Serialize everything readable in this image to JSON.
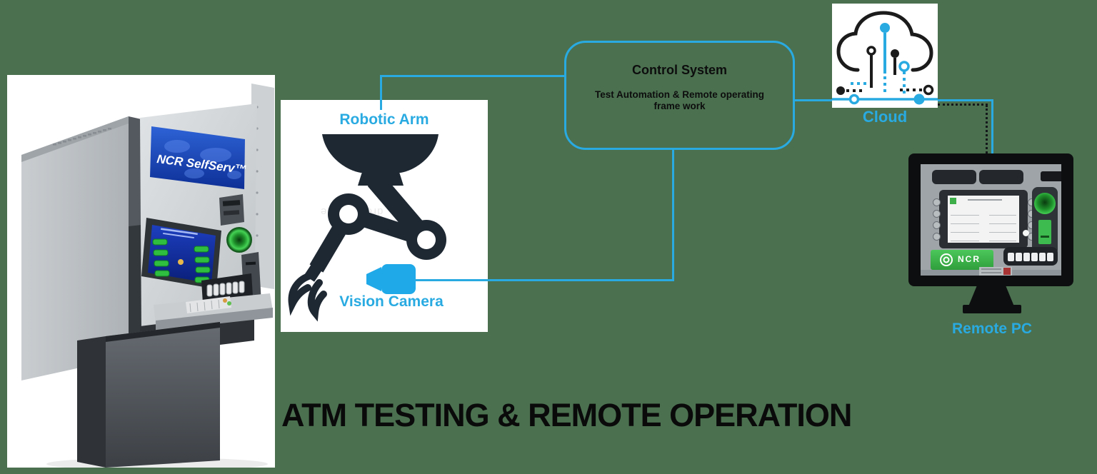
{
  "page": {
    "title": "ATM TESTING & REMOTE OPERATION"
  },
  "atm": {
    "brand": "NCR SelfServ™"
  },
  "robotic_station": {
    "arm_label": "Robotic Arm",
    "camera_label": "Vision Camera",
    "watermark": "dreamstime"
  },
  "control_system": {
    "title": "Control System",
    "subtitle_line1": "Test Automation & Remote operating",
    "subtitle_line2": "frame work"
  },
  "cloud": {
    "label": "Cloud"
  },
  "remote_pc": {
    "label": "Remote PC",
    "screen_brand": "NCR"
  },
  "icons": {
    "robotic_arm": "robotic-arm-icon",
    "vision_camera": "video-camera-icon",
    "cloud": "cloud-circuit-icon",
    "remote_pc": "desktop-monitor-icon"
  },
  "colors": {
    "background_green": "#4A7050",
    "accent_cyan": "#29ABE2",
    "arm_dark_navy": "#1E2833",
    "title_black": "#0A0A0A",
    "ncr_green": "#3DAE49",
    "brand_panel_blue": "#1B47B8"
  }
}
